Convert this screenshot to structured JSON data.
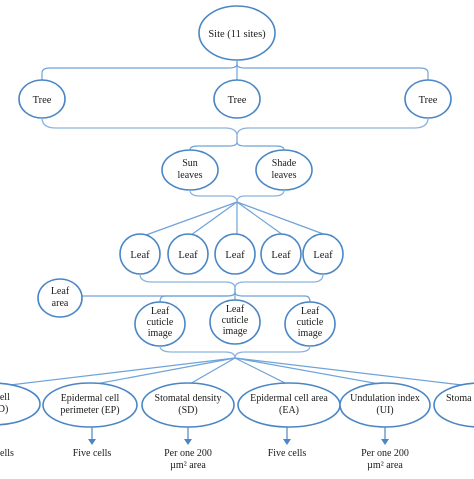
{
  "root": {
    "label": "Site (11 sites)"
  },
  "trees": [
    "Tree",
    "Tree",
    "Tree"
  ],
  "leaf_types": [
    {
      "lines": [
        "Sun",
        "leaves"
      ]
    },
    {
      "lines": [
        "Shade",
        "leaves"
      ]
    }
  ],
  "leaves": [
    "Leaf",
    "Leaf",
    "Leaf",
    "Leaf",
    "Leaf"
  ],
  "leaf_area": {
    "lines": [
      "Leaf",
      "area"
    ]
  },
  "cuticle_images": [
    {
      "lines": [
        "Leaf",
        "cuticle",
        "image"
      ]
    },
    {
      "lines": [
        "Leaf",
        "cuticle",
        "image"
      ]
    },
    {
      "lines": [
        "Leaf",
        "cuticle",
        "image"
      ]
    }
  ],
  "measurements": [
    {
      "lines": [
        "l cell",
        "ED)"
      ],
      "sample": [
        "ells"
      ]
    },
    {
      "lines": [
        "Epidermal cell",
        "perimeter (EP)"
      ],
      "sample": [
        "Five cells"
      ]
    },
    {
      "lines": [
        "Stomatal density",
        "(SD)"
      ],
      "sample": [
        "Per one 200",
        "µm² area"
      ]
    },
    {
      "lines": [
        "Epidermal cell area",
        "(EA)"
      ],
      "sample": [
        "Five cells"
      ]
    },
    {
      "lines": [
        "Undulation index",
        "(UI)"
      ],
      "sample": [
        "Per one 200",
        "µm² area"
      ]
    },
    {
      "lines": [
        "Stoma"
      ],
      "sample": [
        ""
      ]
    }
  ],
  "colors": {
    "node_stroke": "#4a86c5",
    "connector": "#6fa3d8",
    "text": "#1a1a1a"
  }
}
